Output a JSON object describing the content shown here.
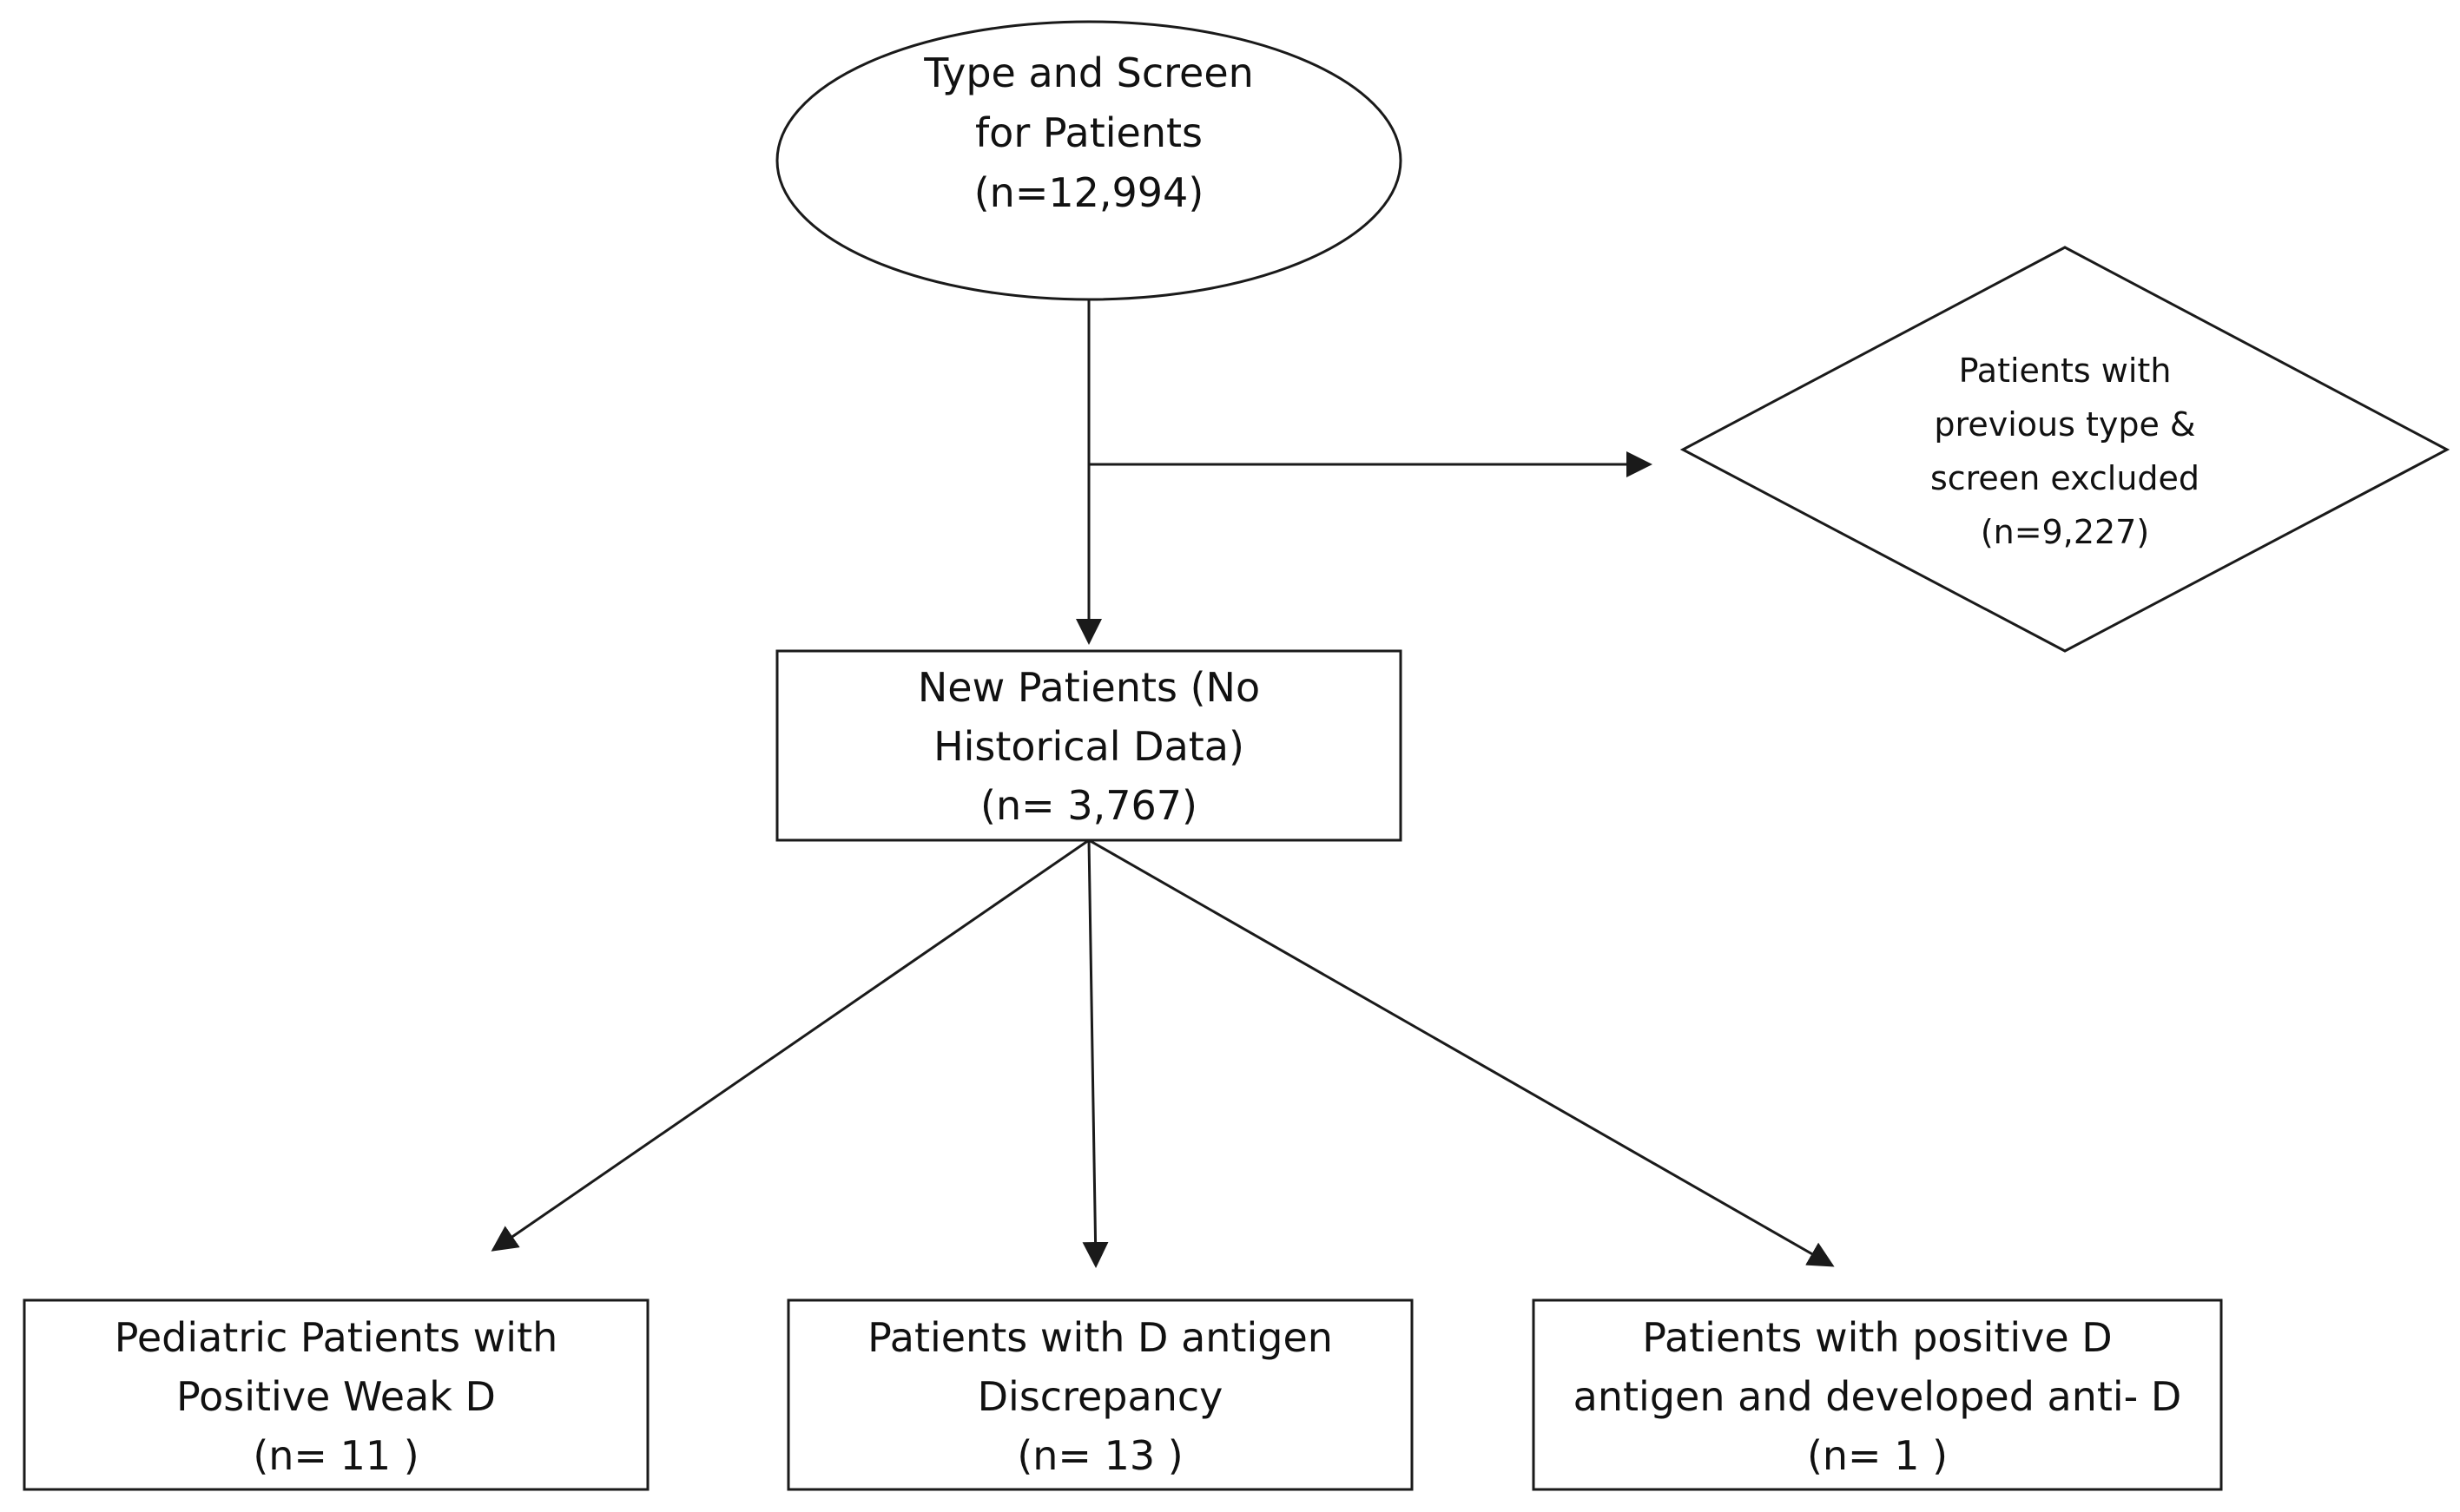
{
  "flowchart": {
    "start": {
      "lines": [
        "Type and Screen",
        "for Patients",
        "(n=12,994)"
      ]
    },
    "excluded": {
      "lines": [
        "Patients with",
        "previous type &",
        "screen excluded",
        "(n=9,227)"
      ]
    },
    "new_patients": {
      "lines": [
        "New Patients (No",
        "Historical Data)",
        "(n= 3,767)"
      ]
    },
    "outcomes": [
      {
        "lines": [
          "Pediatric Patients with",
          "Positive Weak D",
          "(n= 11 )"
        ]
      },
      {
        "lines": [
          "Patients with D antigen",
          "Discrepancy",
          "(n= 13 )"
        ]
      },
      {
        "lines": [
          "Patients with positive D",
          "antigen and developed anti- D",
          "(n= 1 )"
        ]
      }
    ]
  },
  "colors": {
    "stroke": "#1a1a1a",
    "background": "#ffffff",
    "text": "#111111"
  }
}
